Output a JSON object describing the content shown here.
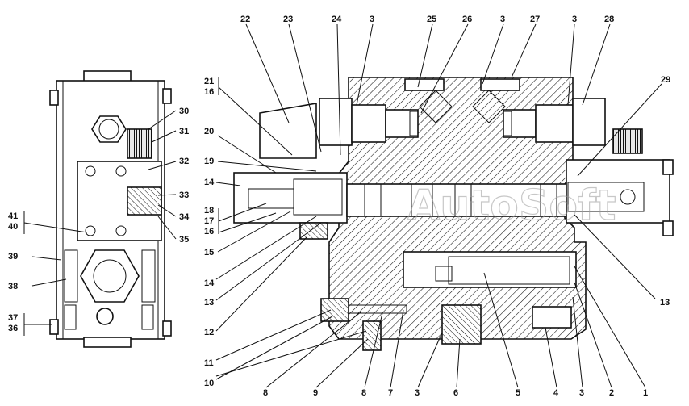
{
  "watermark": "AutoSoft",
  "callouts": [
    {
      "id": "c22",
      "text": "22"
    },
    {
      "id": "c23",
      "text": "23"
    },
    {
      "id": "c24",
      "text": "24"
    },
    {
      "id": "c3a",
      "text": "3"
    },
    {
      "id": "c25",
      "text": "25"
    },
    {
      "id": "c26",
      "text": "26"
    },
    {
      "id": "c3b",
      "text": "3"
    },
    {
      "id": "c27",
      "text": "27"
    },
    {
      "id": "c3c",
      "text": "3"
    },
    {
      "id": "c28",
      "text": "28"
    },
    {
      "id": "c29",
      "text": "29"
    },
    {
      "id": "c21",
      "text": "21"
    },
    {
      "id": "c16a",
      "text": "16"
    },
    {
      "id": "c20",
      "text": "20"
    },
    {
      "id": "c19",
      "text": "19"
    },
    {
      "id": "c14a",
      "text": "14"
    },
    {
      "id": "c18",
      "text": "18"
    },
    {
      "id": "c17",
      "text": "17"
    },
    {
      "id": "c16b",
      "text": "16"
    },
    {
      "id": "c15",
      "text": "15"
    },
    {
      "id": "c14b",
      "text": "14"
    },
    {
      "id": "c13a",
      "text": "13"
    },
    {
      "id": "c12",
      "text": "12"
    },
    {
      "id": "c11",
      "text": "11"
    },
    {
      "id": "c10",
      "text": "10"
    },
    {
      "id": "c8a",
      "text": "8"
    },
    {
      "id": "c9",
      "text": "9"
    },
    {
      "id": "c8b",
      "text": "8"
    },
    {
      "id": "c7",
      "text": "7"
    },
    {
      "id": "c3d",
      "text": "3"
    },
    {
      "id": "c6",
      "text": "6"
    },
    {
      "id": "c5",
      "text": "5"
    },
    {
      "id": "c4",
      "text": "4"
    },
    {
      "id": "c3e",
      "text": "3"
    },
    {
      "id": "c2",
      "text": "2"
    },
    {
      "id": "c1",
      "text": "1"
    },
    {
      "id": "c13b",
      "text": "13"
    },
    {
      "id": "c30",
      "text": "30"
    },
    {
      "id": "c31",
      "text": "31"
    },
    {
      "id": "c32",
      "text": "32"
    },
    {
      "id": "c33",
      "text": "33"
    },
    {
      "id": "c34",
      "text": "34"
    },
    {
      "id": "c35",
      "text": "35"
    },
    {
      "id": "c41",
      "text": "41"
    },
    {
      "id": "c40",
      "text": "40"
    },
    {
      "id": "c39",
      "text": "39"
    },
    {
      "id": "c38",
      "text": "38"
    },
    {
      "id": "c37",
      "text": "37"
    },
    {
      "id": "c36",
      "text": "36"
    }
  ]
}
